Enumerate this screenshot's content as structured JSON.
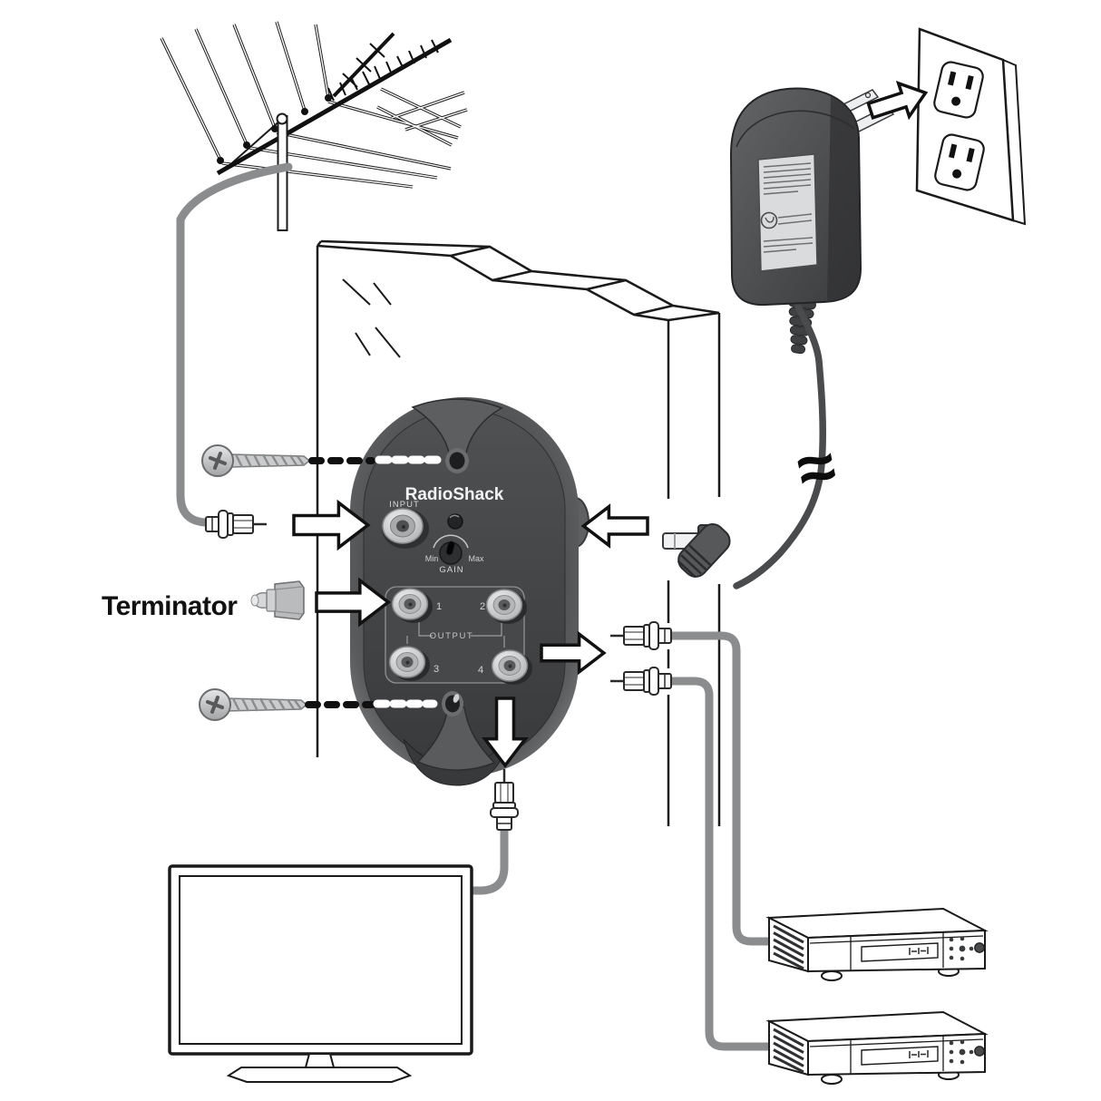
{
  "diagram": {
    "labels": {
      "terminator": "Terminator",
      "cable_break": "≈"
    },
    "amplifier": {
      "brand": "RadioShack",
      "input_label": "INPUT",
      "gain_label": "GAIN",
      "gain_min_label": "Min",
      "gain_max_label": "Max",
      "output_label": "OUTPUT",
      "output_ports": [
        "1",
        "2",
        "3",
        "4"
      ]
    },
    "colors": {
      "cable_gray": "#8a8c8e",
      "power_cord": "#4a4b4d",
      "outline_black": "#1a1a1a",
      "device_body": "#48494b"
    }
  }
}
